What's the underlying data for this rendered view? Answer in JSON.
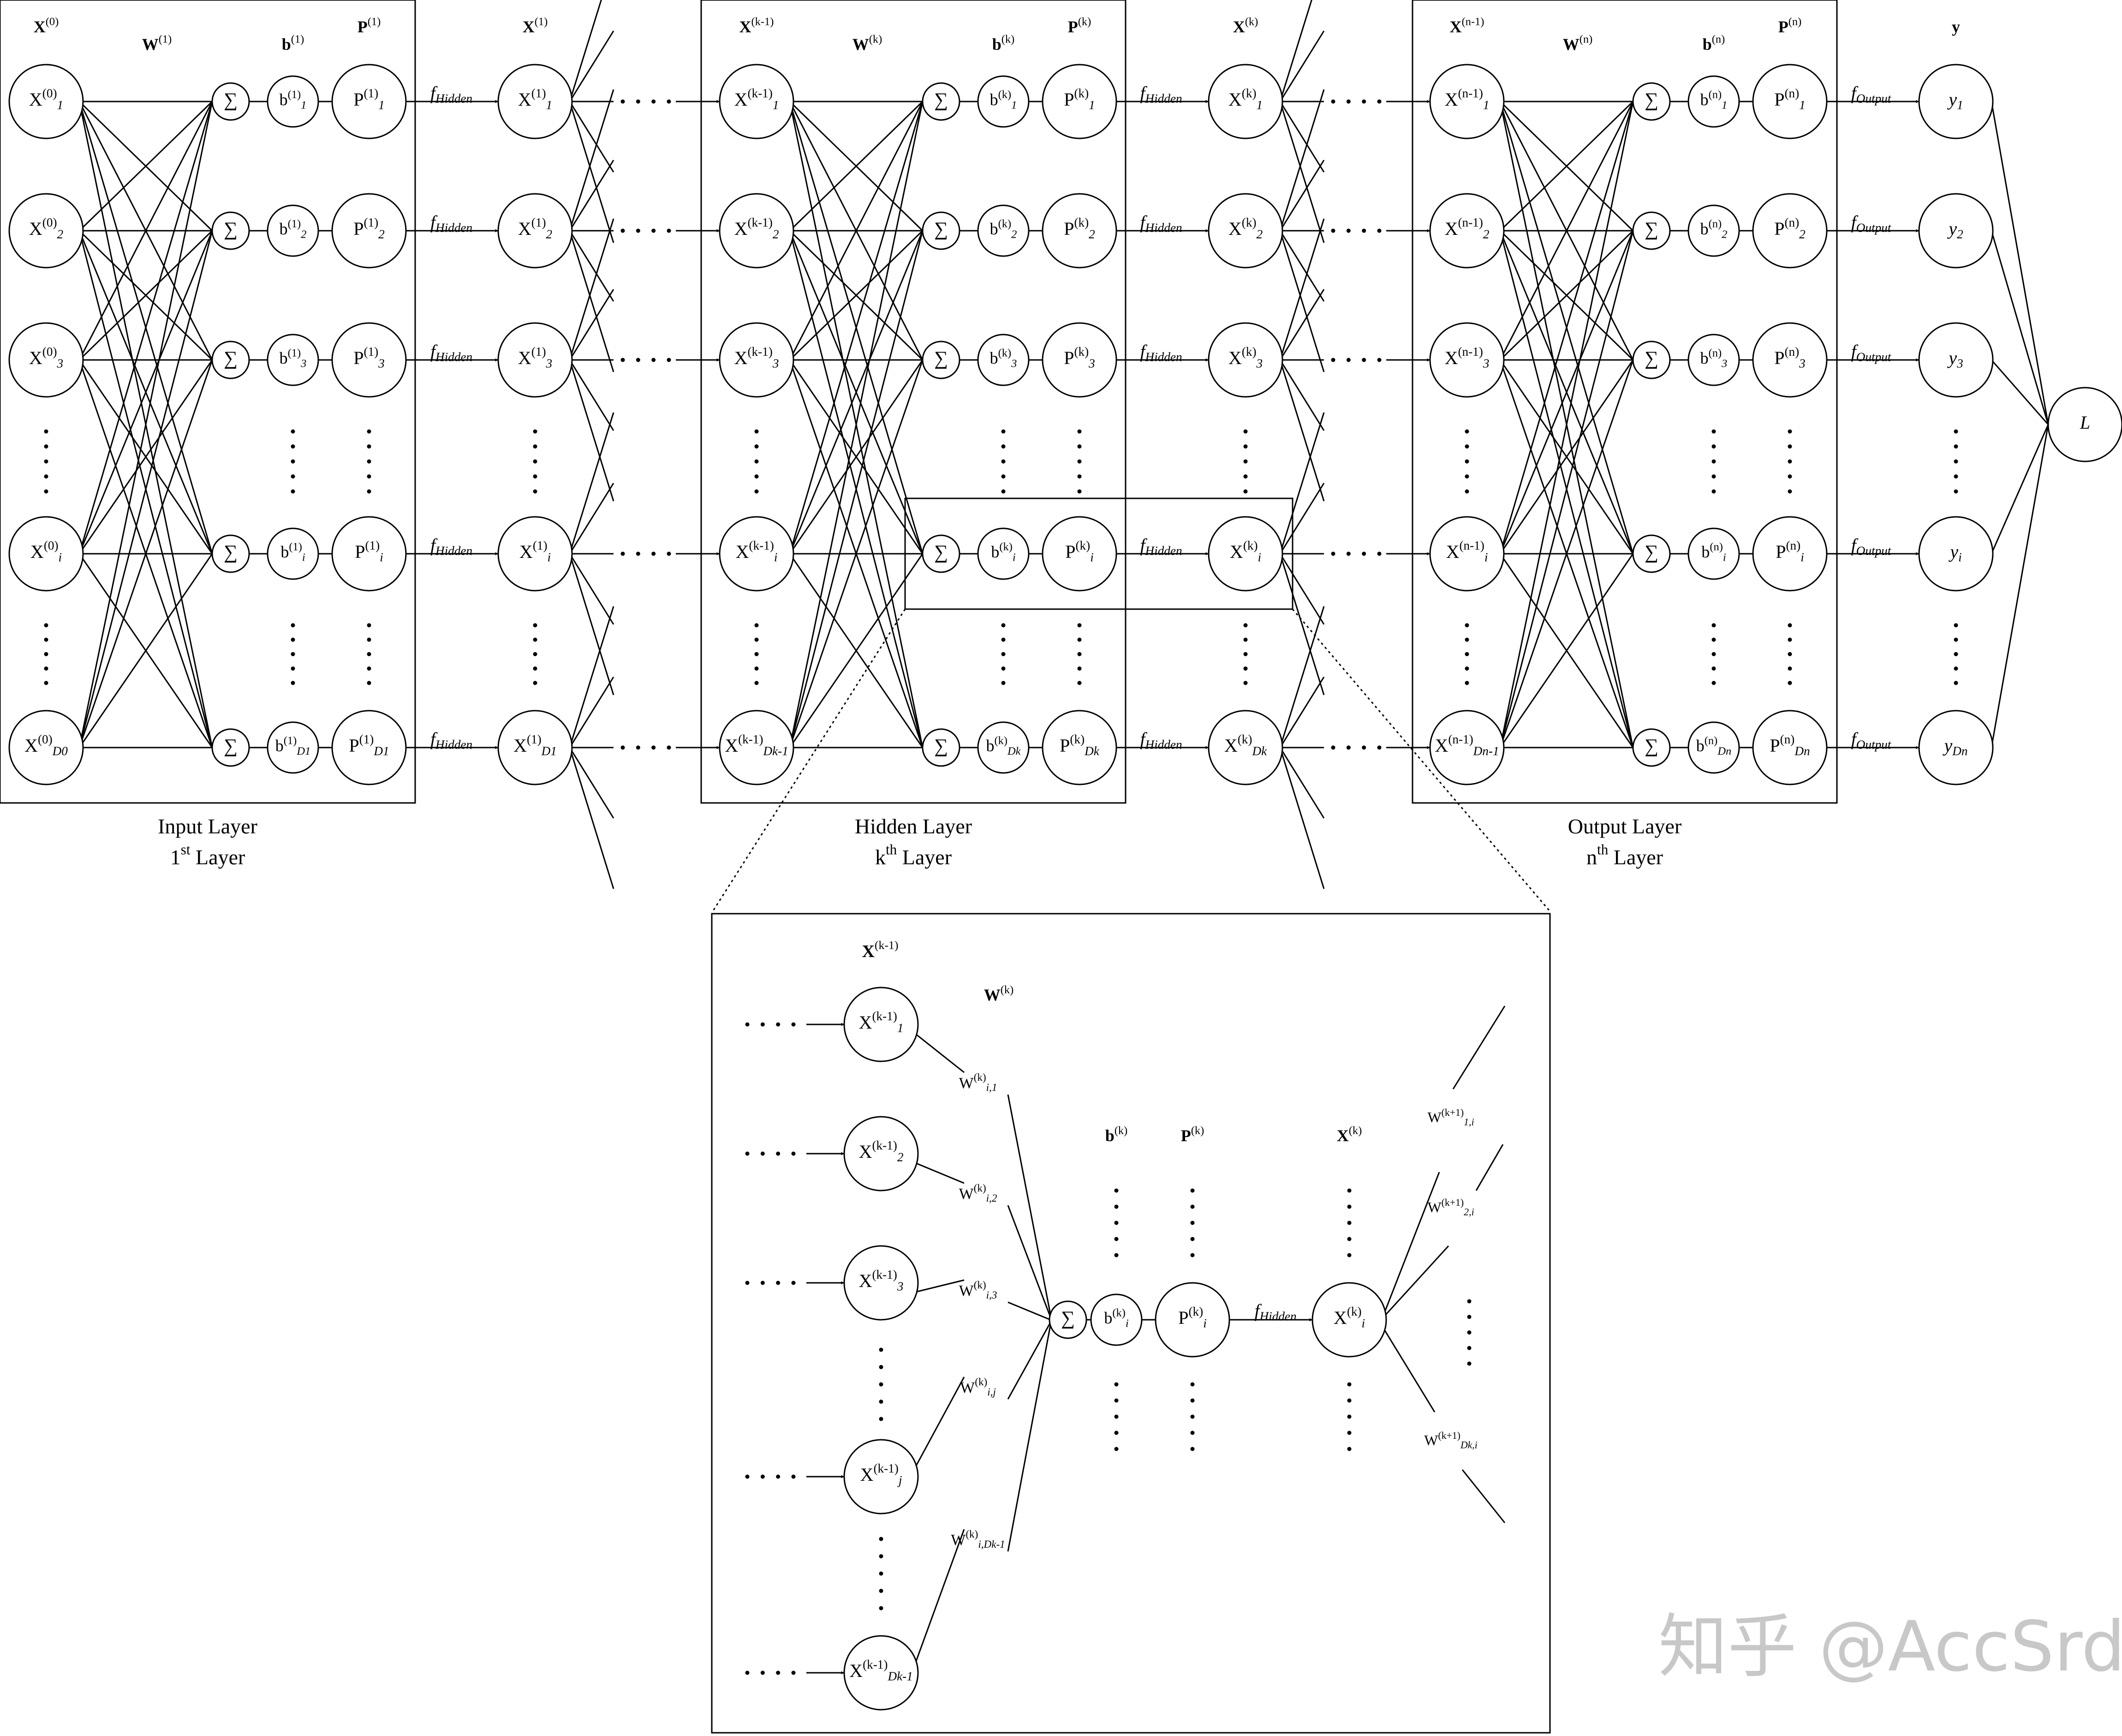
{
  "layers": [
    {
      "key": "L1",
      "caption": "Input Layer",
      "ordinal_number": "1",
      "ordinal_suffix": "st",
      "ordinal_word": " Layer",
      "x_in_head": "X",
      "x_in_sup": "(0)",
      "w_head": "W",
      "w_sup": "(1)",
      "b_head": "b",
      "b_sup": "(1)",
      "p_head": "P",
      "p_sup": "(1)",
      "x_in_nodes": [
        [
          "X",
          "(0)",
          "1"
        ],
        [
          "X",
          "(0)",
          "2"
        ],
        [
          "X",
          "(0)",
          "3"
        ],
        [
          "X",
          "(0)",
          "i"
        ],
        [
          "X",
          "(0)",
          "D0"
        ]
      ],
      "b_nodes": [
        [
          "b",
          "(1)",
          "1"
        ],
        [
          "b",
          "(1)",
          "2"
        ],
        [
          "b",
          "(1)",
          "3"
        ],
        [
          "b",
          "(1)",
          "i"
        ],
        [
          "b",
          "(1)",
          "D1"
        ]
      ],
      "p_nodes": [
        [
          "P",
          "(1)",
          "1"
        ],
        [
          "P",
          "(1)",
          "2"
        ],
        [
          "P",
          "(1)",
          "3"
        ],
        [
          "P",
          "(1)",
          "i"
        ],
        [
          "P",
          "(1)",
          "D1"
        ]
      ],
      "activation": "Hidden",
      "x_out_head": "X",
      "x_out_sup": "(1)",
      "x_out_nodes": [
        [
          "X",
          "(1)",
          "1"
        ],
        [
          "X",
          "(1)",
          "2"
        ],
        [
          "X",
          "(1)",
          "3"
        ],
        [
          "X",
          "(1)",
          "i"
        ],
        [
          "X",
          "(1)",
          "D1"
        ]
      ]
    },
    {
      "key": "Lk",
      "caption": "Hidden Layer",
      "ordinal_number": "k",
      "ordinal_suffix": "th",
      "ordinal_word": " Layer",
      "x_in_head": "X",
      "x_in_sup": "(k-1)",
      "w_head": "W",
      "w_sup": "(k)",
      "b_head": "b",
      "b_sup": "(k)",
      "p_head": "P",
      "p_sup": "(k)",
      "x_in_nodes": [
        [
          "X",
          "(k-1)",
          "1"
        ],
        [
          "X",
          "(k-1)",
          "2"
        ],
        [
          "X",
          "(k-1)",
          "3"
        ],
        [
          "X",
          "(k-1)",
          "i"
        ],
        [
          "X",
          "(k-1)",
          "Dk-1"
        ]
      ],
      "b_nodes": [
        [
          "b",
          "(k)",
          "1"
        ],
        [
          "b",
          "(k)",
          "2"
        ],
        [
          "b",
          "(k)",
          "3"
        ],
        [
          "b",
          "(k)",
          "i"
        ],
        [
          "b",
          "(k)",
          "Dk"
        ]
      ],
      "p_nodes": [
        [
          "P",
          "(k)",
          "1"
        ],
        [
          "P",
          "(k)",
          "2"
        ],
        [
          "P",
          "(k)",
          "3"
        ],
        [
          "P",
          "(k)",
          "i"
        ],
        [
          "P",
          "(k)",
          "Dk"
        ]
      ],
      "activation": "Hidden",
      "x_out_head": "X",
      "x_out_sup": "(k)",
      "x_out_nodes": [
        [
          "X",
          "(k)",
          "1"
        ],
        [
          "X",
          "(k)",
          "2"
        ],
        [
          "X",
          "(k)",
          "3"
        ],
        [
          "X",
          "(k)",
          "i"
        ],
        [
          "X",
          "(k)",
          "Dk"
        ]
      ]
    },
    {
      "key": "Ln",
      "caption": "Output Layer",
      "ordinal_number": "n",
      "ordinal_suffix": "th",
      "ordinal_word": " Layer",
      "x_in_head": "X",
      "x_in_sup": "(n-1)",
      "w_head": "W",
      "w_sup": "(n)",
      "b_head": "b",
      "b_sup": "(n)",
      "p_head": "P",
      "p_sup": "(n)",
      "x_in_nodes": [
        [
          "X",
          "(n-1)",
          "1"
        ],
        [
          "X",
          "(n-1)",
          "2"
        ],
        [
          "X",
          "(n-1)",
          "3"
        ],
        [
          "X",
          "(n-1)",
          "i"
        ],
        [
          "X",
          "(n-1)",
          "Dn-1"
        ]
      ],
      "b_nodes": [
        [
          "b",
          "(n)",
          "1"
        ],
        [
          "b",
          "(n)",
          "2"
        ],
        [
          "b",
          "(n)",
          "3"
        ],
        [
          "b",
          "(n)",
          "i"
        ],
        [
          "b",
          "(n)",
          "Dn"
        ]
      ],
      "p_nodes": [
        [
          "P",
          "(n)",
          "1"
        ],
        [
          "P",
          "(n)",
          "2"
        ],
        [
          "P",
          "(n)",
          "3"
        ],
        [
          "P",
          "(n)",
          "i"
        ],
        [
          "P",
          "(n)",
          "Dn"
        ]
      ],
      "activation": "Output",
      "x_out_head": "y",
      "x_out_sup": "",
      "x_out_nodes": [
        [
          "y",
          "",
          "1"
        ],
        [
          "y",
          "",
          "2"
        ],
        [
          "y",
          "",
          "3"
        ],
        [
          "y",
          "",
          "i"
        ],
        [
          "y",
          "",
          "Dn"
        ]
      ]
    }
  ],
  "sum_symbol": "∑",
  "activation_prefix": "f",
  "loss_label": "L",
  "zoom": {
    "x_in_head": "X",
    "x_in_sup": "(k-1)",
    "w_head": "W",
    "w_sup": "(k)",
    "b_head": "b",
    "b_sup": "(k)",
    "p_head": "P",
    "p_sup": "(k)",
    "x_out_head": "X",
    "x_out_sup": "(k)",
    "x_in_nodes": [
      [
        "X",
        "(k-1)",
        "1"
      ],
      [
        "X",
        "(k-1)",
        "2"
      ],
      [
        "X",
        "(k-1)",
        "3"
      ],
      [
        "X",
        "(k-1)",
        "j"
      ],
      [
        "X",
        "(k-1)",
        "Dk-1"
      ]
    ],
    "weights_in": [
      [
        "W",
        "(k)",
        "i,1"
      ],
      [
        "W",
        "(k)",
        "i,2"
      ],
      [
        "W",
        "(k)",
        "i,3"
      ],
      [
        "W",
        "(k)",
        "i,j"
      ],
      [
        "W",
        "(k)",
        "i,Dk-1"
      ]
    ],
    "b_node": [
      "b",
      "(k)",
      "i"
    ],
    "p_node": [
      "P",
      "(k)",
      "i"
    ],
    "activation": "Hidden",
    "x_out_node": [
      "X",
      "(k)",
      "i"
    ],
    "weights_out": [
      [
        "W",
        "(k+1)",
        "1,i"
      ],
      [
        "W",
        "(k+1)",
        "2,i"
      ],
      [
        "W",
        "(k+1)",
        "Dk,i"
      ]
    ]
  },
  "watermark": "知乎 @AccSrd"
}
